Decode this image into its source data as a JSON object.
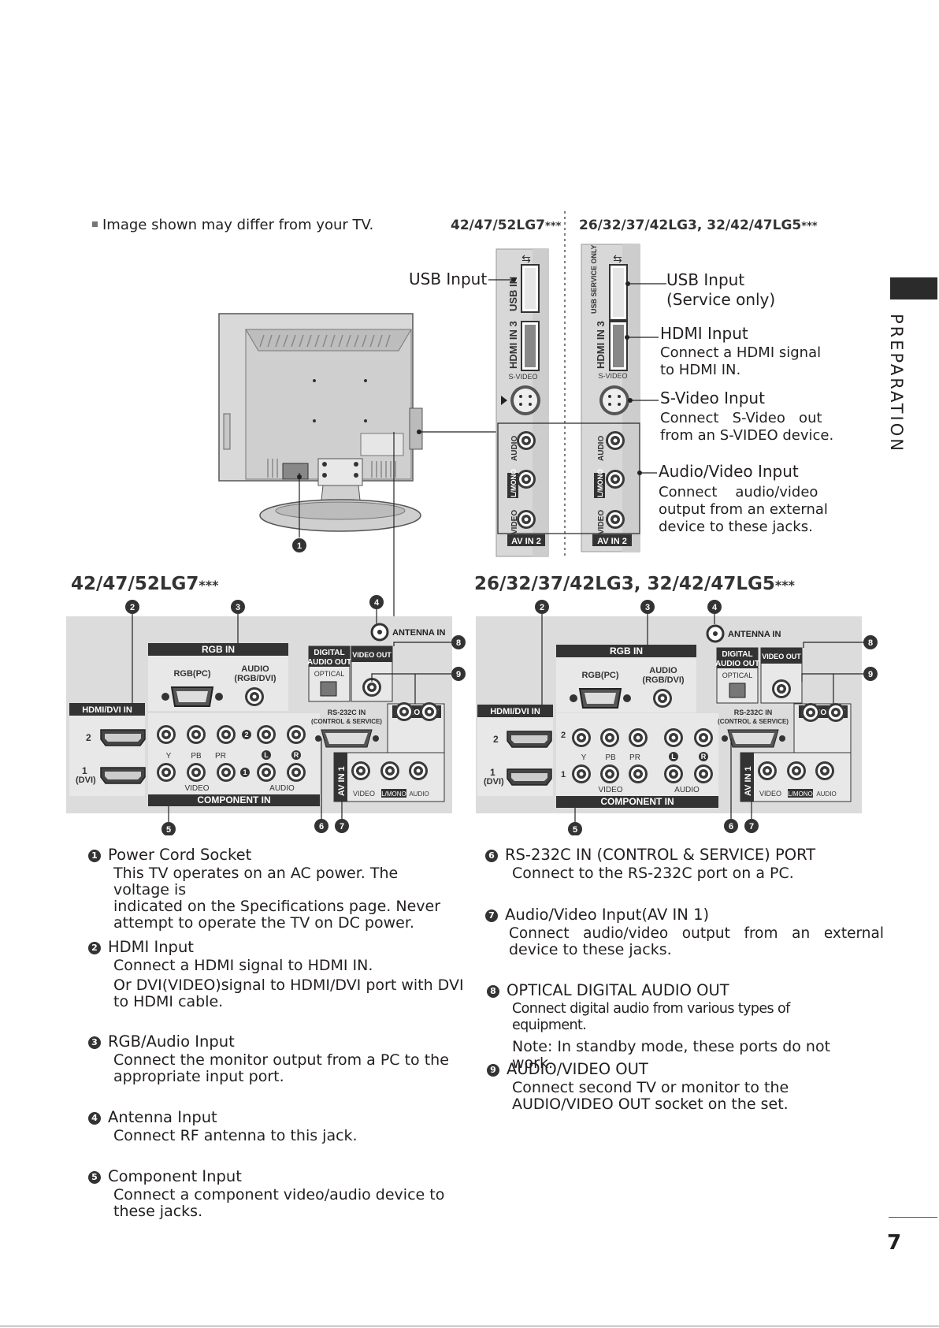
{
  "page": {
    "note": "Image shown may differ from your TV.",
    "side_tab": "PREPARATION",
    "page_number": "7"
  },
  "side_panel": {
    "model_left": "42/47/52LG7",
    "model_right": "26/32/37/42LG3, 32/42/47LG5",
    "stars": "***",
    "usb_input_left": "USB Input",
    "usb_input_right": "USB Input",
    "usb_service": "(Service only)",
    "hdmi_title": "HDMI Input",
    "hdmi_body1": "Connect a HDMI signal",
    "hdmi_body2": "to HDMI IN.",
    "svideo_title": "S-Video Input",
    "svideo_body1": "Connect   S-Video   out",
    "svideo_body2": "from an S-VIDEO device.",
    "av_title": "Audio/Video Input",
    "av_body1": "Connect    audio/video",
    "av_body2": "output from an external",
    "av_body3": "device to these jacks.",
    "jack_usb_in": "USB IN",
    "jack_usb_service": "USB SERVICE ONLY",
    "jack_hdmi_in3": "HDMI IN 3",
    "jack_svideo": "S-VIDEO",
    "jack_audio": "AUDIO",
    "jack_lmono": "L/MONO",
    "jack_video": "VIDEO",
    "jack_av_in2": "AV IN 2"
  },
  "rear_panel": {
    "model_left": "42/47/52LG7",
    "model_right": "26/32/37/42LG3, 32/42/47LG5",
    "stars": "***",
    "antenna_in": "ANTENNA IN",
    "rgb_in": "RGB IN",
    "rgb_pc": "RGB(PC)",
    "audio": "AUDIO",
    "rgb_dvi": "(RGB/DVI)",
    "hdmi_dvi_in": "HDMI/DVI IN",
    "hdmi_2": "2",
    "hdmi_1": "1",
    "dvi": "(DVI)",
    "digital_audio_out_1": "DIGITAL",
    "digital_audio_out_2": "AUDIO OUT",
    "optical": "OPTICAL",
    "video_out": "VIDEO OUT",
    "audio_out": "AUDIO OUT",
    "rs232_1": "RS-232C IN",
    "rs232_2": "(CONTROL & SERVICE)",
    "component_in": "COMPONENT IN",
    "comp_y": "Y",
    "comp_pb": "PB",
    "comp_pr": "PR",
    "comp_video": "VIDEO",
    "comp_audio": "AUDIO",
    "av_in1": "AV IN 1",
    "av_video": "VIDEO",
    "av_lmono": "L/MONO",
    "av_audio": "AUDIO"
  },
  "descriptions": [
    {
      "num": "1",
      "title": "Power Cord Socket",
      "body": [
        "This TV operates on an AC power. The voltage is",
        "indicated on the Specifications page. Never",
        "attempt to operate the TV on DC power."
      ]
    },
    {
      "num": "2",
      "title": "HDMI Input",
      "body": [
        "Connect a HDMI signal to HDMI IN.",
        "Or DVI(VIDEO)signal to HDMI/DVI port with DVI",
        "to HDMI cable."
      ]
    },
    {
      "num": "3",
      "title": "RGB/Audio Input",
      "body": [
        "Connect the monitor output from a PC to the",
        "appropriate input port."
      ]
    },
    {
      "num": "4",
      "title": "Antenna Input",
      "body": [
        "Connect RF antenna to this jack."
      ]
    },
    {
      "num": "5",
      "title": "Component Input",
      "body": [
        "Connect a component video/audio device to",
        "these jacks."
      ]
    },
    {
      "num": "6",
      "title": "RS-232C IN (CONTROL & SERVICE) PORT",
      "body": [
        "Connect to the RS-232C port on a PC."
      ]
    },
    {
      "num": "7",
      "title": "Audio/Video Input(AV IN 1)",
      "body": [
        "Connect   audio/video   output   from   an   external",
        "device to these jacks."
      ]
    },
    {
      "num": "8",
      "title": "OPTICAL DIGITAL AUDIO OUT",
      "body": [
        "Connect digital audio from various types of equipment.",
        "Note: In standby mode, these ports do not work."
      ]
    },
    {
      "num": "9",
      "title": "AUDIO/VIDEO OUT",
      "body": [
        "Connect second TV or monitor to the",
        "AUDIO/VIDEO OUT socket on the set."
      ]
    }
  ]
}
